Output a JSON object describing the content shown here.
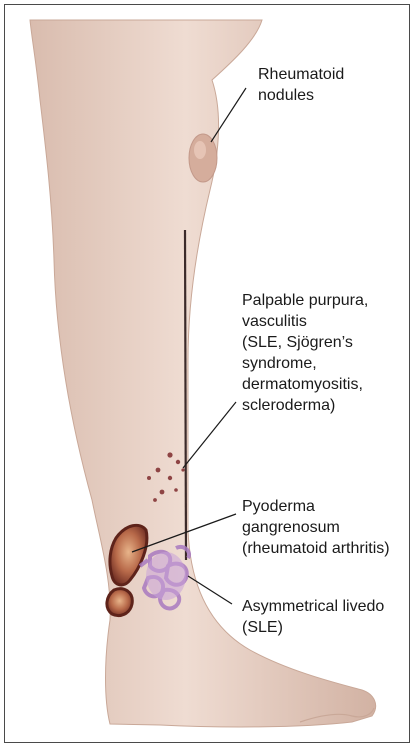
{
  "annotations": [
    {
      "id": "nodules",
      "lines": [
        "Rheumatoid",
        "nodules"
      ]
    },
    {
      "id": "purpura",
      "lines": [
        "Palpable purpura,",
        "vasculitis",
        "(SLE, Sjögren’s",
        "syndrome,",
        "dermatomyositis,",
        "scleroderma)"
      ]
    },
    {
      "id": "pyoderma",
      "lines": [
        "Pyoderma",
        "gangrenosum",
        "(rheumatoid arthritis)"
      ]
    },
    {
      "id": "livedo",
      "lines": [
        "Asymmetrical livedo",
        "(SLE)"
      ]
    }
  ],
  "colors": {
    "skin": "#ead3c6",
    "skin_shadow": "#cfae9f",
    "lesion": "#7a3a2a",
    "livedo": "#a97ac0",
    "purpura": "#8e4444"
  }
}
